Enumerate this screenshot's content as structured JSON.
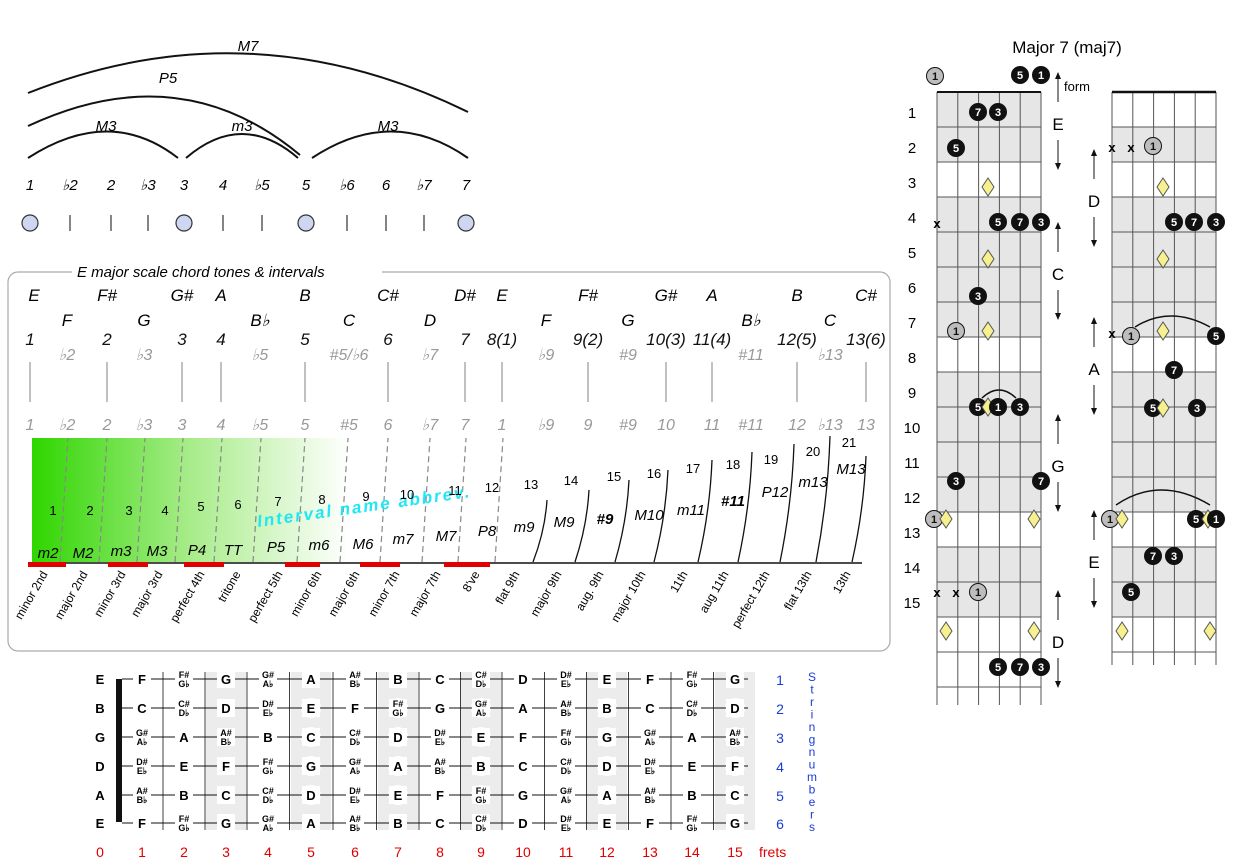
{
  "arcs": [
    {
      "label": "M7"
    },
    {
      "label": "P5"
    },
    {
      "label": "M3"
    },
    {
      "label": "m3"
    },
    {
      "label": "M3"
    }
  ],
  "degrees_row": [
    "1",
    "♭2",
    "2",
    "♭3",
    "3",
    "4",
    "♭5",
    "5",
    "♭6",
    "6",
    "♭7",
    "7"
  ],
  "scale_box": {
    "title": "E major scale chord tones & intervals",
    "columns": [
      {
        "note": "E",
        "degree": "1",
        "gray": "1"
      },
      {
        "note": "F",
        "degree": "♭2",
        "gray": "♭2"
      },
      {
        "note": "F#",
        "degree": "2",
        "gray": "2"
      },
      {
        "note": "G",
        "degree": "♭3",
        "gray": "♭3"
      },
      {
        "note": "G#",
        "degree": "3",
        "gray": "3"
      },
      {
        "note": "A",
        "degree": "4",
        "gray": "4"
      },
      {
        "note": "B♭",
        "degree": "♭5",
        "gray": "♭5"
      },
      {
        "note": "B",
        "degree": "5",
        "gray": "5"
      },
      {
        "note": "C",
        "degree": "#5/♭6",
        "gray": "#5"
      },
      {
        "note": "C#",
        "degree": "6",
        "gray": "6"
      },
      {
        "note": "D",
        "degree": "♭7",
        "gray": "♭7"
      },
      {
        "note": "D#",
        "degree": "7",
        "gray": "7"
      },
      {
        "note": "E",
        "degree": "8(1)",
        "gray": "1"
      },
      {
        "note": "F",
        "degree": "♭9",
        "gray": "♭9"
      },
      {
        "note": "F#",
        "degree": "9(2)",
        "gray": "9"
      },
      {
        "note": "G",
        "degree": "#9",
        "gray": "#9"
      },
      {
        "note": "G#",
        "degree": "10(3)",
        "gray": "10"
      },
      {
        "note": "A",
        "degree": "11(4)",
        "gray": "11"
      },
      {
        "note": "B♭",
        "degree": "#11",
        "gray": "#11"
      },
      {
        "note": "B",
        "degree": "12(5)",
        "gray": "12"
      },
      {
        "note": "C",
        "degree": "♭13",
        "gray": "♭13"
      },
      {
        "note": "C#",
        "degree": "13(6)",
        "gray": "13"
      }
    ],
    "gradient_label": "Interval name abbrev.",
    "semitones": [
      "1",
      "2",
      "3",
      "4",
      "5",
      "6",
      "7",
      "8",
      "9",
      "10",
      "11",
      "12",
      "13",
      "14",
      "15",
      "16",
      "17",
      "18",
      "19",
      "20",
      "21"
    ],
    "abbrevs": [
      "m2",
      "M2",
      "m3",
      "M3",
      "P4",
      "TT",
      "P5",
      "m6",
      "M6",
      "m7",
      "M7",
      "P8",
      "m9",
      "M9",
      "#9",
      "M10",
      "m11",
      "#11",
      "P12",
      "m13",
      "M13"
    ],
    "names": [
      "minor 2nd",
      "major 2nd",
      "minor 3rd",
      "major 3rd",
      "perfect 4th",
      "tritone",
      "perfect 5th",
      "minor 6th",
      "major 6th",
      "minor 7th",
      "major 7th",
      "8've",
      "flat 9th",
      "major 9th",
      "aug. 9th",
      "major 10th",
      "11th",
      "aug 11th",
      "perfect 12th",
      "flat 13th",
      "13th"
    ]
  },
  "fretboard": {
    "open_strings": [
      "E",
      "B",
      "G",
      "D",
      "A",
      "E"
    ],
    "rows": [
      [
        "F",
        "F#/G♭",
        "G",
        "G#/A♭",
        "A",
        "A#/B♭",
        "B",
        "C",
        "C#/D♭",
        "D",
        "D#/E♭",
        "E",
        "F",
        "F#/G♭",
        "G"
      ],
      [
        "C",
        "C#/D♭",
        "D",
        "D#/E♭",
        "E",
        "F",
        "F#/G♭",
        "G",
        "G#/A♭",
        "A",
        "A#/B♭",
        "B",
        "C",
        "C#/D♭",
        "D"
      ],
      [
        "G#/A♭",
        "A",
        "A#/B♭",
        "B",
        "C",
        "C#/D♭",
        "D",
        "D#/E♭",
        "E",
        "F",
        "F#/G♭",
        "G",
        "G#/A♭",
        "A",
        "A#/B♭"
      ],
      [
        "D#/E♭",
        "E",
        "F",
        "F#/G♭",
        "G",
        "G#/A♭",
        "A",
        "A#/B♭",
        "B",
        "C",
        "C#/D♭",
        "D",
        "D#/E♭",
        "E",
        "F"
      ],
      [
        "A#/B♭",
        "B",
        "C",
        "C#/D♭",
        "D",
        "D#/E♭",
        "E",
        "F",
        "F#/G♭",
        "G",
        "G#/A♭",
        "A",
        "A#/B♭",
        "B",
        "C"
      ],
      [
        "F",
        "F#/G♭",
        "G",
        "G#/A♭",
        "A",
        "A#/B♭",
        "B",
        "C",
        "C#/D♭",
        "D",
        "D#/E♭",
        "E",
        "F",
        "F#/G♭",
        "G"
      ]
    ],
    "string_numbers": [
      "1",
      "2",
      "3",
      "4",
      "5",
      "6"
    ],
    "string_numbers_label": "String numbers",
    "fret_numbers": [
      "0",
      "1",
      "2",
      "3",
      "4",
      "5",
      "6",
      "7",
      "8",
      "9",
      "10",
      "11",
      "12",
      "13",
      "14",
      "15"
    ],
    "frets_label": "frets",
    "colors": {
      "red": "#e00000",
      "blue": "#1a3cd6"
    }
  },
  "chord_chart": {
    "title": "Major 7 (maj7)",
    "form_label": "form",
    "fret_labels": [
      "1",
      "2",
      "3",
      "4",
      "5",
      "6",
      "7",
      "8",
      "9",
      "10",
      "11",
      "12",
      "13",
      "14",
      "15"
    ],
    "forms": [
      "E",
      "D",
      "C",
      "A",
      "G",
      "E",
      "D"
    ],
    "marks": {
      "root": "1",
      "third": "3",
      "fifth": "5",
      "seventh": "7",
      "muted": "x"
    }
  }
}
